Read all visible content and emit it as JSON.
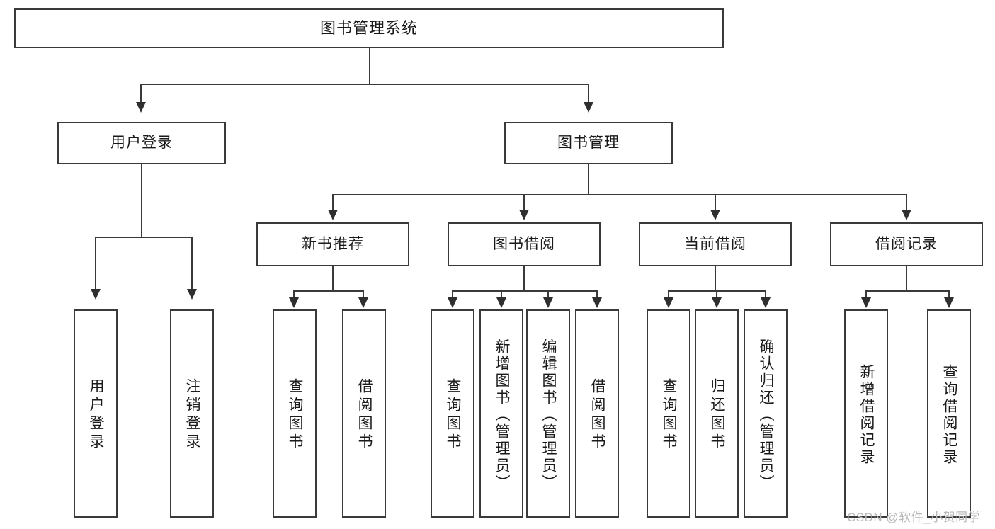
{
  "diagram": {
    "title": "图书管理系统",
    "type": "hierarchy-tree",
    "level2": {
      "user_login": "用户登录",
      "book_manage": "图书管理"
    },
    "level3": {
      "new_book_rec": "新书推荐",
      "book_borrow": "图书借阅",
      "current_borrow": "当前借阅",
      "borrow_record": "借阅记录"
    },
    "leaves": {
      "user_login_1": "用户登录",
      "user_login_2": "注销登录",
      "new_book_1": "查询图书",
      "new_book_2": "借阅图书",
      "borrow_1": "查询图书",
      "borrow_2": "新增图书（管理员）",
      "borrow_3": "编辑图书（管理员）",
      "borrow_4": "借阅图书",
      "current_1": "查询图书",
      "current_2": "归还图书",
      "current_3": "确认归还（管理员）",
      "record_1": "新增借阅记录",
      "record_2": "查询借阅记录"
    }
  },
  "watermark": {
    "text": "CSDN @软件_小贺同学"
  },
  "colors": {
    "border": "#3a3a3a",
    "background": "#ffffff",
    "text": "#1a1a1a",
    "watermark": "#b9b9b9"
  }
}
